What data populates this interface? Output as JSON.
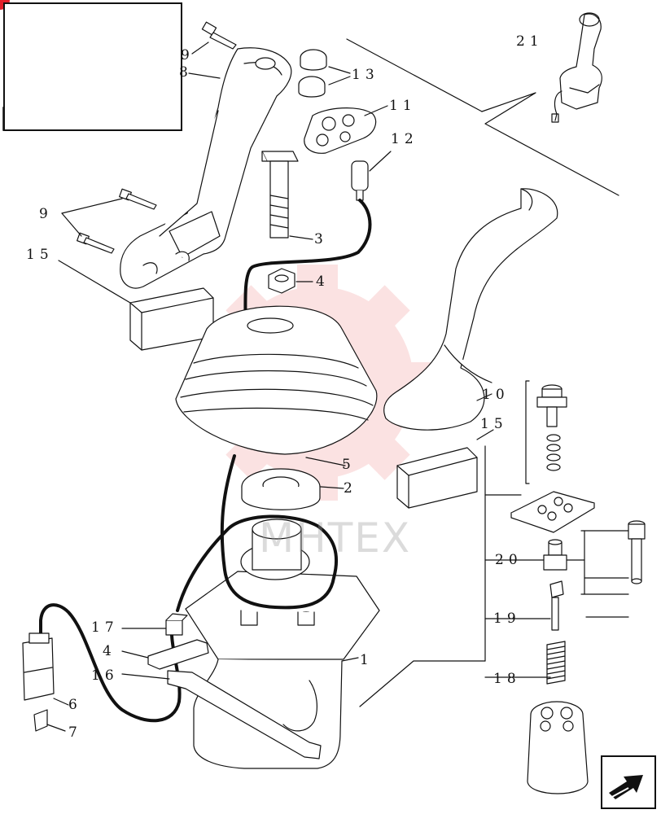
{
  "labels": [
    {
      "id": "1",
      "text": "1"
    },
    {
      "id": "2",
      "text": "2"
    },
    {
      "id": "3",
      "text": "3"
    },
    {
      "id": "4a",
      "text": "4"
    },
    {
      "id": "4b",
      "text": "4"
    },
    {
      "id": "5",
      "text": "5"
    },
    {
      "id": "6",
      "text": "6"
    },
    {
      "id": "7",
      "text": "7"
    },
    {
      "id": "8",
      "text": "8"
    },
    {
      "id": "9a",
      "text": "9"
    },
    {
      "id": "9b",
      "text": "9"
    },
    {
      "id": "10",
      "text": "10"
    },
    {
      "id": "11",
      "text": "11"
    },
    {
      "id": "12",
      "text": "12"
    },
    {
      "id": "13",
      "text": "13"
    },
    {
      "id": "15a",
      "text": "15"
    },
    {
      "id": "15b",
      "text": "15"
    },
    {
      "id": "16",
      "text": "16"
    },
    {
      "id": "17",
      "text": "17"
    },
    {
      "id": "18",
      "text": "18"
    },
    {
      "id": "19",
      "text": "19"
    },
    {
      "id": "20",
      "text": "20"
    },
    {
      "id": "21",
      "text": "21"
    }
  ],
  "watermark": "MHTEX",
  "icons": {
    "thumbnail": "machine-location-thumbnail",
    "thumbnail_badge": "arrow-icon",
    "next_page": "next-page-arrow-icon"
  },
  "colors": {
    "line": "#111111",
    "watermark": "#f08080",
    "background": "#ffffff"
  }
}
